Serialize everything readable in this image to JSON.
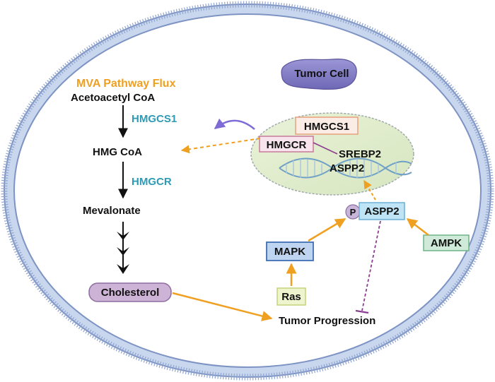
{
  "title": "MVA Pathway Flux",
  "cell_label": "Tumor Cell",
  "pathway": {
    "substrate": "Acetoacetyl CoA",
    "enzyme1": "HMGCS1",
    "intermediate": "HMG CoA",
    "enzyme2": "HMGCR",
    "mevalonate": "Mevalonate",
    "cholesterol": "Cholesterol"
  },
  "nucleus": {
    "gene1": "HMGCS1",
    "gene2": "HMGCR",
    "tf": "SREBP2",
    "aspp2": "ASPP2"
  },
  "signaling": {
    "phospho": "P",
    "aspp2": "ASPP2",
    "mapk": "MAPK",
    "ras": "Ras",
    "ampk": "AMPK"
  },
  "outcome": "Tumor Progression",
  "colors": {
    "orange": "#F0A020",
    "teal": "#2E9AB4",
    "purple": "#7E6BD6",
    "inhibit": "#8B3E8F"
  }
}
